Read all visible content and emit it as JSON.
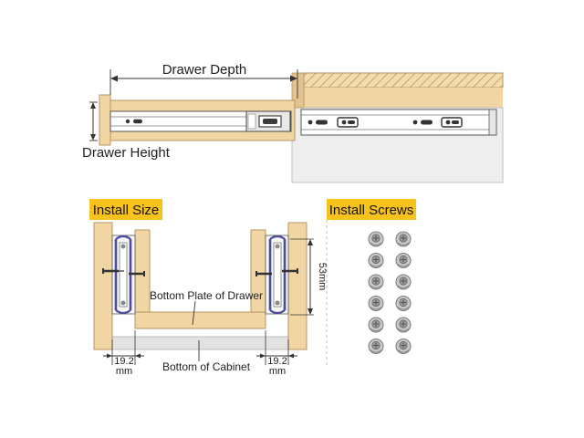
{
  "labels": {
    "drawer_depth": "Drawer Depth",
    "drawer_height": "Drawer Height",
    "install_size": "Install Size",
    "install_screws": "Install Screws",
    "bottom_plate": "Bottom Plate of Drawer",
    "bottom_cabinet": "Bottom of Cabinet",
    "height_dim": "53mm",
    "gap_left_value": "19.2",
    "gap_left_unit": "mm",
    "gap_right_value": "19.2",
    "gap_right_unit": "mm"
  },
  "colors": {
    "wood": "#f1d6a4",
    "wood_edge": "#b59565",
    "tag": "#f7c21b",
    "rail_blue": "#4b4a9c",
    "cabinet": "#eeeeee",
    "screw": "#a7a7a7"
  },
  "screws": {
    "rows": 6,
    "cols": 2
  }
}
